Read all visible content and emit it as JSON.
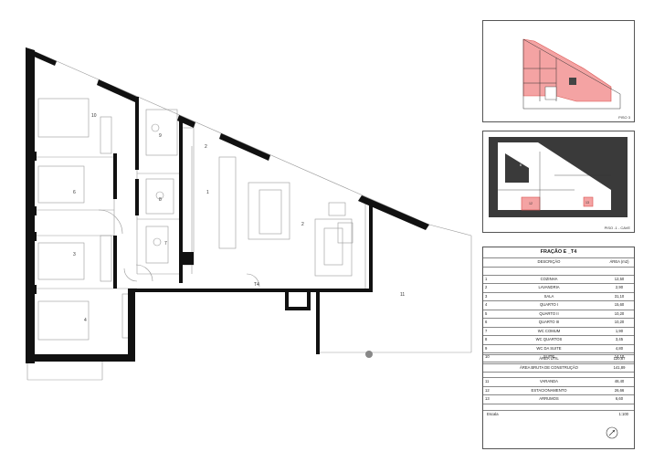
{
  "rooms": {
    "r1": "1",
    "r2a": "2",
    "r2b": "2",
    "r6": "6",
    "r7": "7",
    "r8": "8",
    "r3": "3",
    "r4": "4",
    "r10": "10",
    "r9": "9",
    "r11": "11",
    "t4": "T4"
  },
  "thumb_top": {
    "label": "PISO 3"
  },
  "thumb_mid": {
    "label": "PISO -1 - CAVE",
    "parking_no": "12",
    "storage_no": "13",
    "cave_room": "6"
  },
  "table": {
    "title": "FRAÇÃO E _T4",
    "col_desc": "DESCRIÇÃO",
    "col_area": "ÁREA (m2)",
    "rows": [
      {
        "n": "1",
        "desc": "COZINHA",
        "area": "12,50"
      },
      {
        "n": "2",
        "desc": "LAVANDRIA",
        "area": "2,90"
      },
      {
        "n": "3",
        "desc": "SALA",
        "area": "31,10"
      },
      {
        "n": "4",
        "desc": "QUARTO I",
        "area": "15,60"
      },
      {
        "n": "5",
        "desc": "QUARTO II",
        "area": "10,20"
      },
      {
        "n": "6",
        "desc": "QUARTO III",
        "area": "10,20"
      },
      {
        "n": "7",
        "desc": "WC COMUM",
        "area": "1,90"
      },
      {
        "n": "8",
        "desc": "WC QUARTOS",
        "area": "3,45"
      },
      {
        "n": "9",
        "desc": "WC DA SUITE",
        "area": "4,80"
      },
      {
        "n": "10",
        "desc": "SUITE",
        "area": "14,10"
      }
    ],
    "area_util_label": "ÁREA ÚTIL",
    "area_util": "120,87",
    "area_bruta_label": "ÁREA BRUTA DE CONSTRUÇÃO",
    "area_bruta": "141,89",
    "extras": [
      {
        "n": "11",
        "desc": "VARANDA",
        "area": "48,40"
      },
      {
        "n": "12",
        "desc": "ESTACIONAMENTO",
        "area": "26,66"
      },
      {
        "n": "13",
        "desc": "ARRUMOS",
        "area": "6,60"
      }
    ],
    "scale_label": "Escala",
    "scale_value": "1:100"
  },
  "colors": {
    "wall": "#111111",
    "highlight": "#f4a3a3",
    "highlight_stroke": "#d9534f",
    "dark_fill": "#3a3a3a"
  }
}
